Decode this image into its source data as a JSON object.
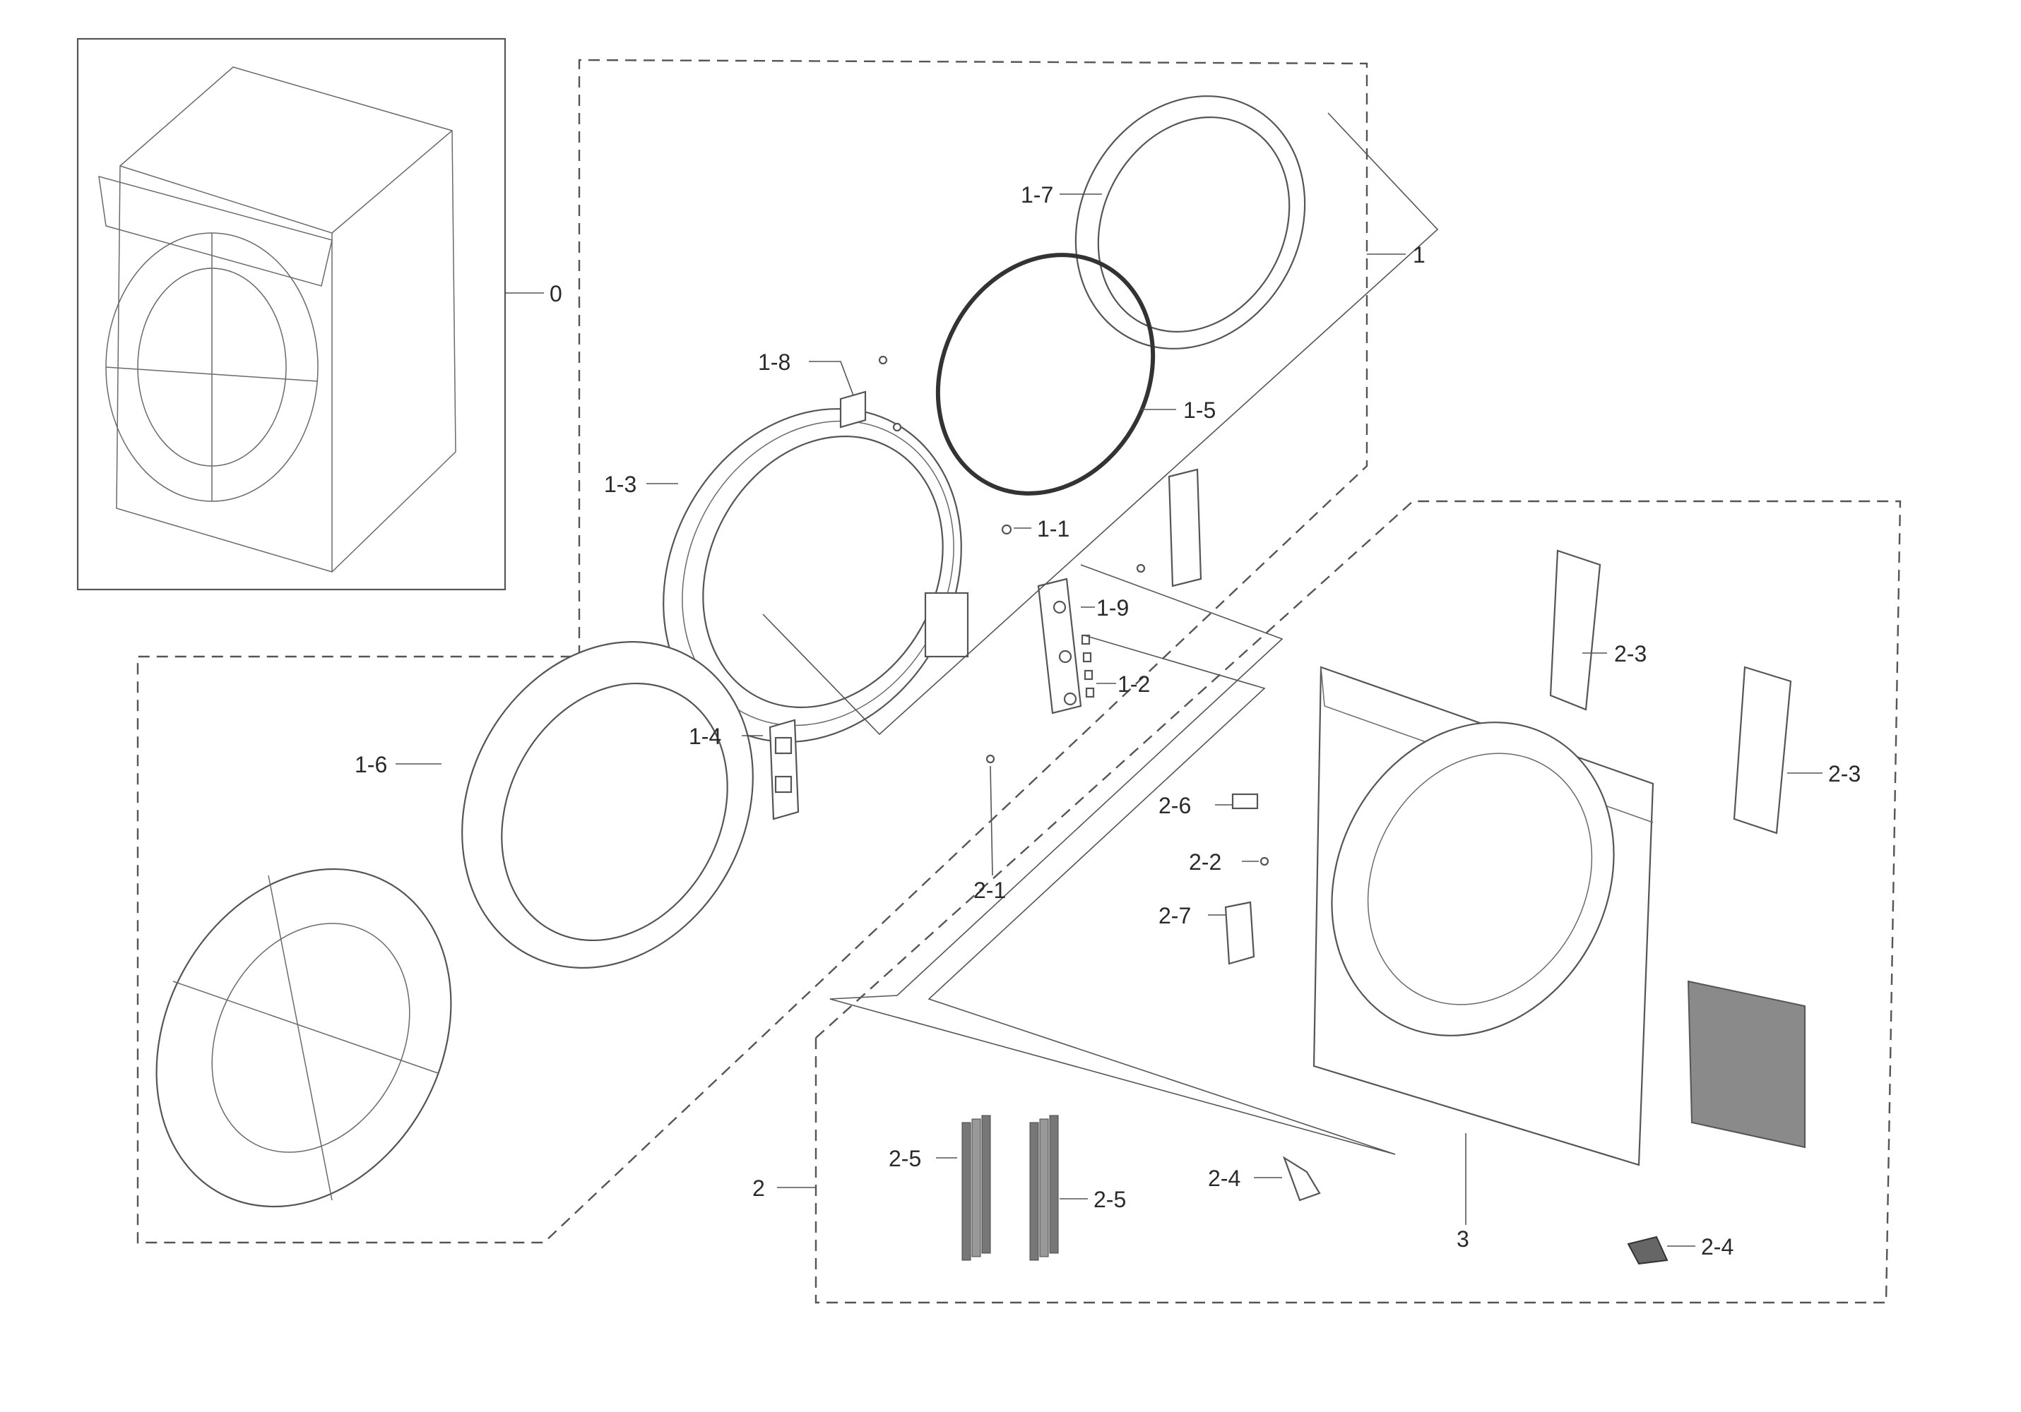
{
  "callouts": {
    "c0": "0",
    "c1": "1",
    "c1_1": "1-1",
    "c1_2": "1-2",
    "c1_3": "1-3",
    "c1_4": "1-4",
    "c1_5": "1-5",
    "c1_6": "1-6",
    "c1_7": "1-7",
    "c1_8": "1-8",
    "c1_9": "1-9",
    "c2": "2",
    "c2_1": "2-1",
    "c2_2": "2-2",
    "c2_3a": "2-3",
    "c2_3b": "2-3",
    "c2_4a": "2-4",
    "c2_4b": "2-4",
    "c2_5a": "2-5",
    "c2_5b": "2-5",
    "c2_6": "2-6",
    "c2_7": "2-7",
    "c3": "3"
  }
}
